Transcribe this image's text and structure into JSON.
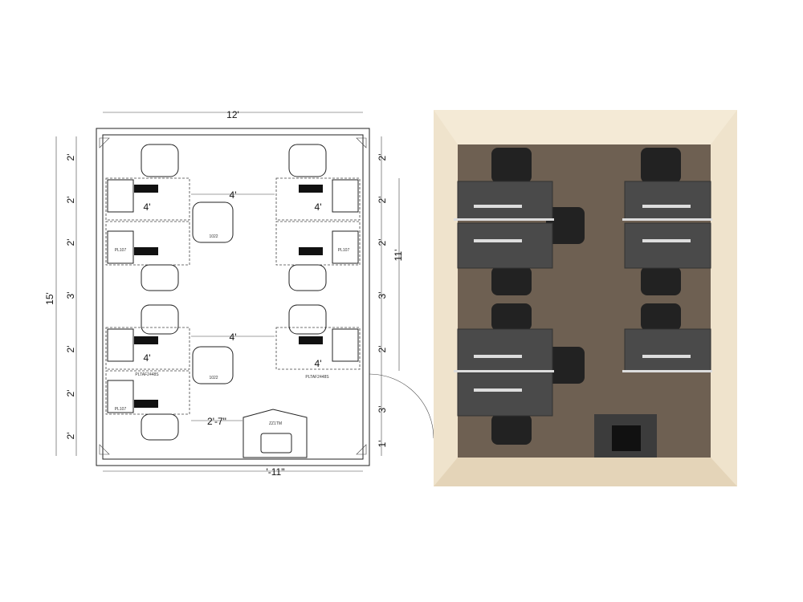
{
  "plan": {
    "width_label": "12'",
    "height_label": "15'",
    "right_height_label": "11'",
    "left_dims": [
      "2'",
      "2'",
      "2'",
      "3'",
      "2'",
      "2'",
      "2'"
    ],
    "right_dims": [
      "2'",
      "2'",
      "2'",
      "3'",
      "2'",
      "3'",
      "1'"
    ],
    "aisle_top": "4'",
    "aisle_bottom": "4'",
    "desk_width": "4'",
    "gap_printer": "2'-7\"",
    "bottom_dim": "'-11\"",
    "guest_chair_label": "1022",
    "pedestal_label": "PL107",
    "desk_label": "PLTAF2448S",
    "printer_label": "ZZ1TM"
  },
  "render": {
    "frame_color": "#efe3cc",
    "floor_color": "#6e6052",
    "desk_color": "#4a4a4a"
  }
}
